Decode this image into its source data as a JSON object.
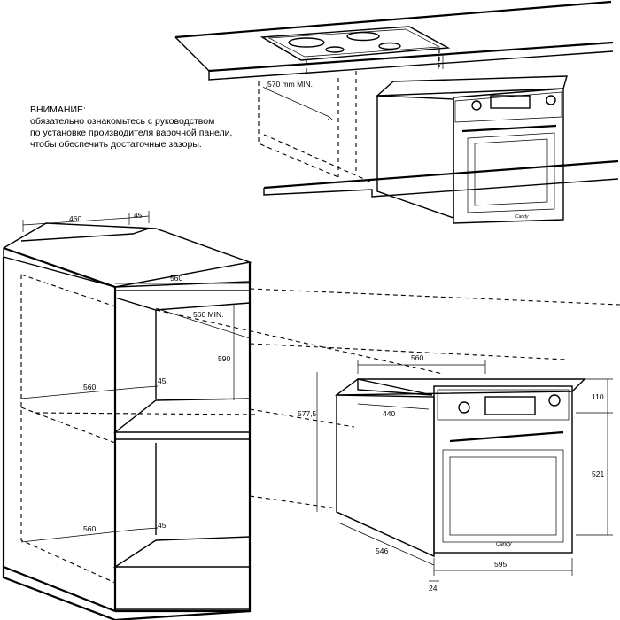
{
  "warning": {
    "heading": "ВНИМАНИЕ:",
    "lines": [
      "обязательно ознакомьтесь с руководством",
      "по установке производителя варочной панели,",
      "чтобы обеспечить достаточные зазоры."
    ]
  },
  "top_scene": {
    "clearance_label": "570 mm MIN."
  },
  "cabinet": {
    "depth_top": "460",
    "gap_top": "45",
    "inner_width": "560",
    "min_label": "560 MIN.",
    "niche_height": "590",
    "shelf_depth_1": "560",
    "shelf_gap_1": "45",
    "shelf_depth_2": "560",
    "shelf_gap_2": "45",
    "niche_opening": "577,5"
  },
  "oven": {
    "top_width": "560",
    "depth_upper": "440",
    "panel_height": "110",
    "front_height": "521",
    "body_depth": "546",
    "front_width": "595",
    "door_thickness": "24",
    "brand": "Candy"
  }
}
